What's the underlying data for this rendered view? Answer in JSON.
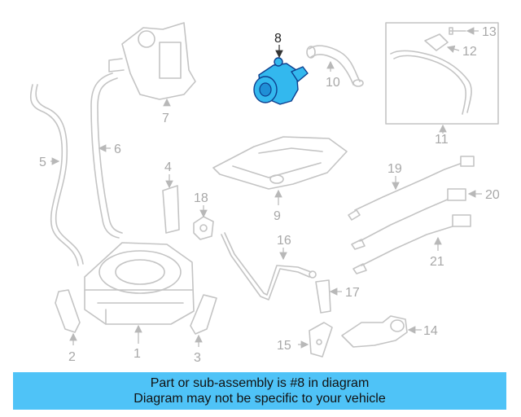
{
  "parts": {
    "p1": "1",
    "p2": "2",
    "p3": "3",
    "p4": "4",
    "p5": "5",
    "p6": "6",
    "p7": "7",
    "p8": "8",
    "p9": "9",
    "p10": "10",
    "p11": "11",
    "p12": "12",
    "p13": "13",
    "p14": "14",
    "p15": "15",
    "p16": "16",
    "p17": "17",
    "p18": "18",
    "p19": "19",
    "p20": "20",
    "p21": "21"
  },
  "highlighted_part": "8",
  "colors": {
    "highlight_fill": "#33b8ee",
    "highlight_outline": "#0e3f8e",
    "banner_bg": "#4fc3f7",
    "line_gray": "#c4c4c4"
  },
  "banner": {
    "line1": "Part or sub-assembly is #8 in diagram",
    "line2": "Diagram may not be specific to your vehicle"
  }
}
